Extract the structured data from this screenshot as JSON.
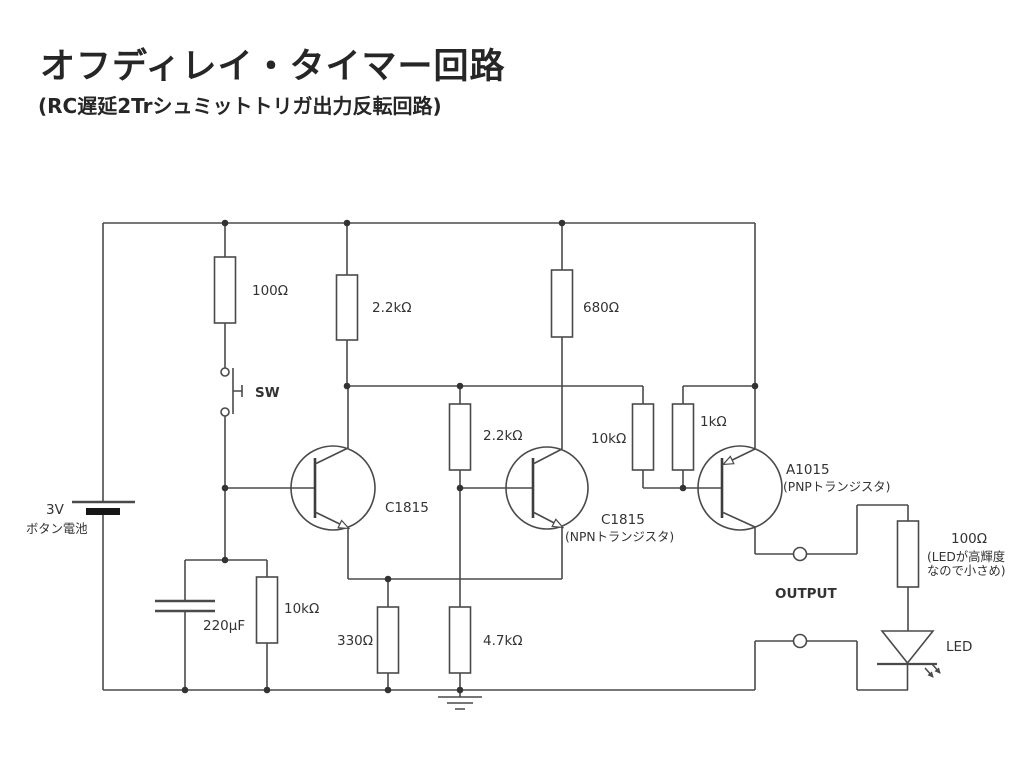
{
  "header": {
    "title": "オフディレイ・タイマー回路",
    "subtitle": "(RC遅延2Trシュミットトリガ出力反転回路)"
  },
  "circuit": {
    "battery": {
      "voltage": "3V",
      "type": "ボタン電池"
    },
    "switch": {
      "label": "SW"
    },
    "resistors": {
      "r1": "100Ω",
      "r2": "2.2kΩ",
      "r3": "680Ω",
      "r4": "2.2kΩ",
      "r5": "10kΩ",
      "r6": "1kΩ",
      "r7": "10kΩ",
      "r8": "330Ω",
      "r9": "4.7kΩ",
      "r10": "100Ω",
      "r10_note_line1": "(LEDが高輝度",
      "r10_note_line2": "なので小さめ)"
    },
    "capacitor": {
      "value": "220µF"
    },
    "transistors": {
      "q1": {
        "part": "C1815"
      },
      "q2": {
        "part": "C1815",
        "note": "(NPNトランジスタ)"
      },
      "q3": {
        "part": "A1015",
        "note": "(PNPトランジスタ)"
      }
    },
    "output": {
      "label": "OUTPUT"
    },
    "led": {
      "label": "LED"
    }
  }
}
